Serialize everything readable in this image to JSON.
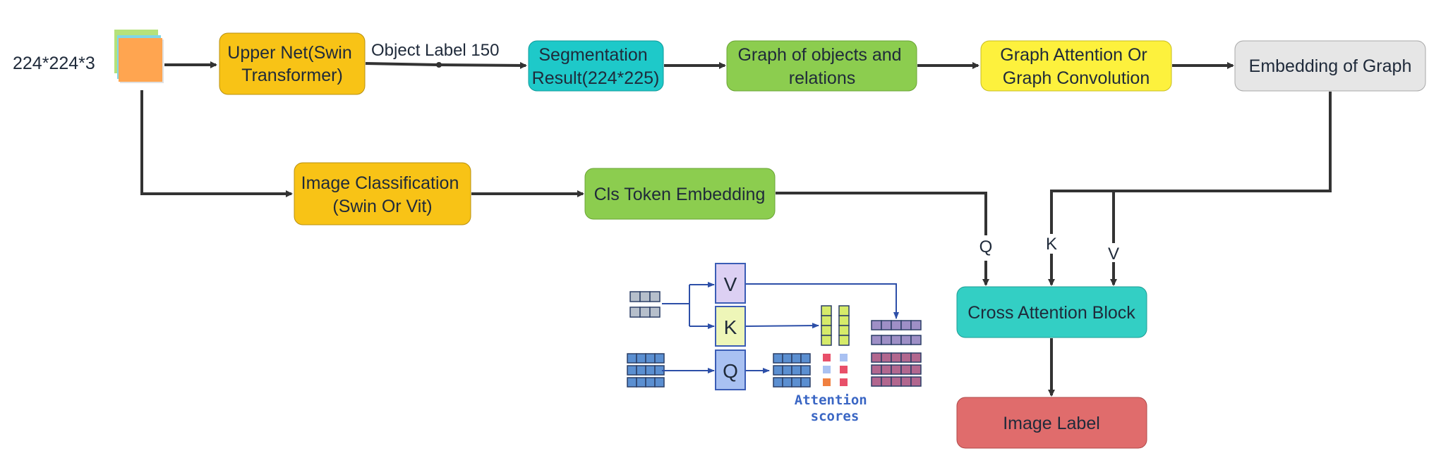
{
  "input": {
    "label": "224*224*3"
  },
  "nodes": {
    "upper_net": {
      "lines": [
        "Upper Net(Swin",
        "Transformer)"
      ],
      "color": "#f8c316"
    },
    "segmentation": {
      "lines": [
        "Segmentation",
        "Result(224*225)"
      ],
      "color": "#1ec9c9"
    },
    "graph_objects": {
      "lines": [
        "Graph of objects and",
        "relations"
      ],
      "color": "#8ccd4f"
    },
    "graph_attention": {
      "lines": [
        "Graph Attention Or",
        "Graph Convolution"
      ],
      "color": "#fdf13d"
    },
    "embedding_graph": {
      "lines": [
        "Embedding of Graph"
      ],
      "color": "#e6e6e6"
    },
    "image_classification": {
      "lines": [
        "Image Classification",
        "(Swin Or Vit)"
      ],
      "color": "#f8c316"
    },
    "cls_token": {
      "lines": [
        "Cls Token Embedding"
      ],
      "color": "#8ccd4f"
    },
    "cross_attention": {
      "lines": [
        "Cross Attention Block"
      ],
      "color": "#33cfc4"
    },
    "image_label": {
      "lines": [
        "Image Label"
      ],
      "color": "#e06c6c"
    }
  },
  "edge_labels": {
    "object_label": "Object Label 150",
    "q": "Q",
    "k": "K",
    "v": "V"
  },
  "inset": {
    "v": "V",
    "k": "K",
    "q": "Q",
    "attention_lines": [
      "Attention",
      "scores"
    ]
  },
  "colors": {
    "edge": "#333333",
    "inset_arrow": "#2d4fa8",
    "v_box": "#dcd0f3",
    "k_box": "#eef6b8",
    "q_box": "#a9c1f2",
    "gray_token": "#b6bfcb",
    "blue_token": "#5b8fd1",
    "key_token": "#d6eb6a",
    "value_token": "#9e8fc6",
    "value_token_dark": "#b2678f",
    "sticky_orange": "#ffa550",
    "sticky_green": "#b5e27a",
    "sticky_cyan": "#7fd6e6"
  }
}
